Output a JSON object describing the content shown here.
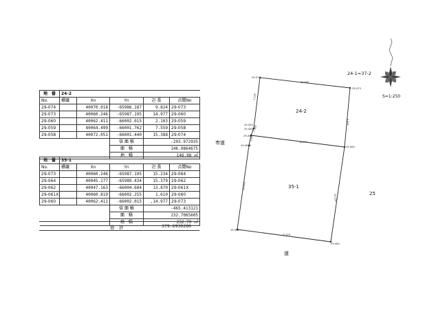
{
  "table1": {
    "title_label": "地　番",
    "title_value": "24-2",
    "headers": [
      "No.",
      "標識",
      "Xn",
      "Yn",
      "辺 長",
      "点間No"
    ],
    "rows": [
      [
        "29-074",
        "",
        "40070.018",
        "-65986.187",
        "9.824",
        "29-073"
      ],
      [
        "29-073",
        "",
        "40060.246",
        "-65987.195",
        "14.977",
        "29-060"
      ],
      [
        "29-060",
        "",
        "40062.411",
        "-66002.015",
        "2.103",
        "29-059"
      ],
      [
        "29-059",
        "",
        "40064.499",
        "-66001.762",
        "7.559",
        "29-058"
      ],
      [
        "29-058",
        "",
        "40072.051",
        "-66001.440",
        "15.388",
        "29-074"
      ]
    ],
    "bai_label": "倍 面 積",
    "bai_value": "-293.972935",
    "men_label": "面　積",
    "men_value": "146.9864675",
    "chiseki_label": "地　積",
    "chiseki_value": "146.98",
    "unit": "㎡"
  },
  "table2": {
    "title_label": "地　番",
    "title_value": "35-1",
    "headers": [
      "No.",
      "標識",
      "Xn",
      "Yn",
      "辺 長",
      "点間No"
    ],
    "rows": [
      [
        "29-073",
        "",
        "40060.246",
        "-65987.195",
        "15.234",
        "29-064"
      ],
      [
        "29-064",
        "",
        "40045.177",
        "-65989.434",
        "15.379",
        "29-062"
      ],
      [
        "29-062",
        "",
        "40047.163",
        "-66004.684",
        "13.870",
        "29-061X"
      ],
      [
        "29-061X",
        "",
        "40060.819",
        "-66002.255",
        "1.610",
        "29-060"
      ],
      [
        "29-060",
        "",
        "40062.411",
        "-66002.015",
        ",14.977",
        "29-073"
      ]
    ],
    "bai_label": "倍 面 積",
    "bai_value": "-465.413121",
    "men_label": "面　積",
    "men_value": "232.7065605",
    "chiseki_label": "地　積",
    "chiseki_value": "232.70",
    "unit": "㎡"
  },
  "total": {
    "label": "合　計",
    "value": "379.6930280"
  },
  "map": {
    "parcel_top": "24-2",
    "parcel_bottom": "35-1",
    "road_left": "市道",
    "road_bottom": "道",
    "neighbor_right": "25",
    "ref_label": "24-1=37-2",
    "scale": "S=1:250",
    "pt_a": "29-074",
    "pt_b": "29-073",
    "pt_c": "29-059",
    "pt_d": "29-058",
    "pt_e": "29-060",
    "pt_f": "29-061X",
    "pt_g": "29-062",
    "pt_h": "29-064",
    "edge_top": "15.388",
    "edge_right_upper": "9.824",
    "edge_left_upper": "7.559",
    "edge_left_mid": "2.103",
    "edge_middle": "14.977",
    "edge_left_lower": "13.870",
    "edge_right_lower": "15.234",
    "edge_bottom": "15.379",
    "edge_short": "1.610"
  }
}
